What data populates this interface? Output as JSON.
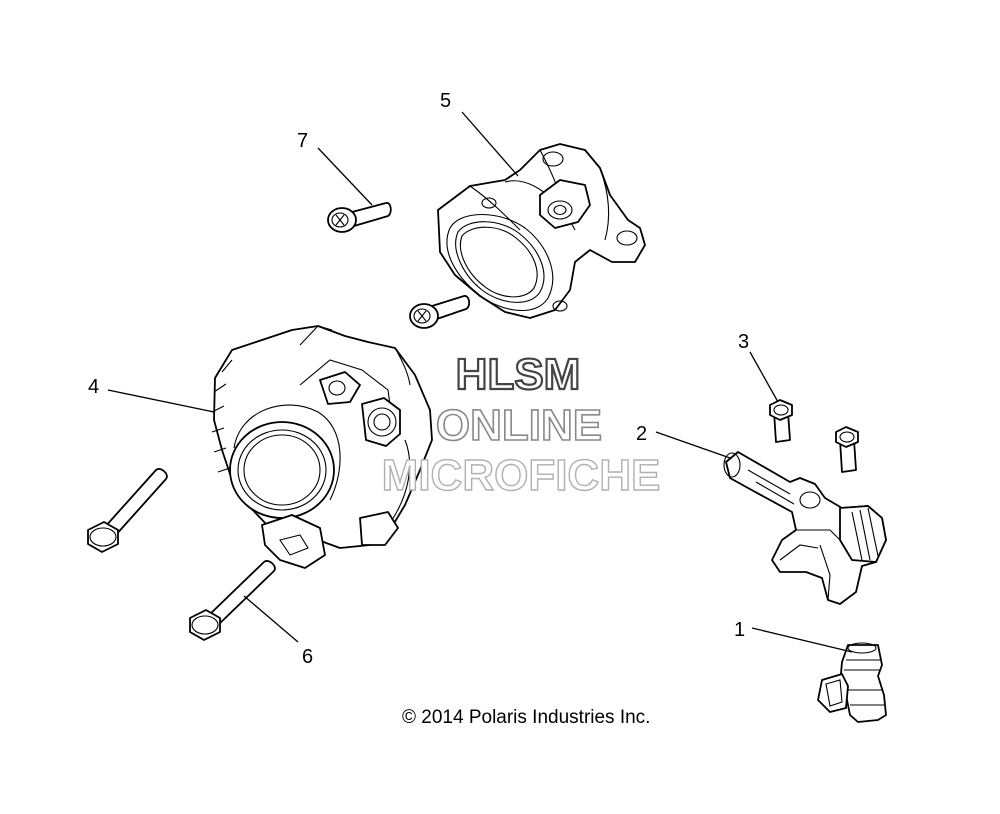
{
  "callouts": [
    {
      "id": "1",
      "label": "1"
    },
    {
      "id": "2",
      "label": "2"
    },
    {
      "id": "3",
      "label": "3"
    },
    {
      "id": "4",
      "label": "4"
    },
    {
      "id": "5",
      "label": "5"
    },
    {
      "id": "6",
      "label": "6"
    },
    {
      "id": "7",
      "label": "7"
    }
  ],
  "watermark": {
    "line1": "HLSM",
    "line2": "ONLINE",
    "line3": "MICROFICHE"
  },
  "copyright": "© 2014 Polaris Industries Inc."
}
